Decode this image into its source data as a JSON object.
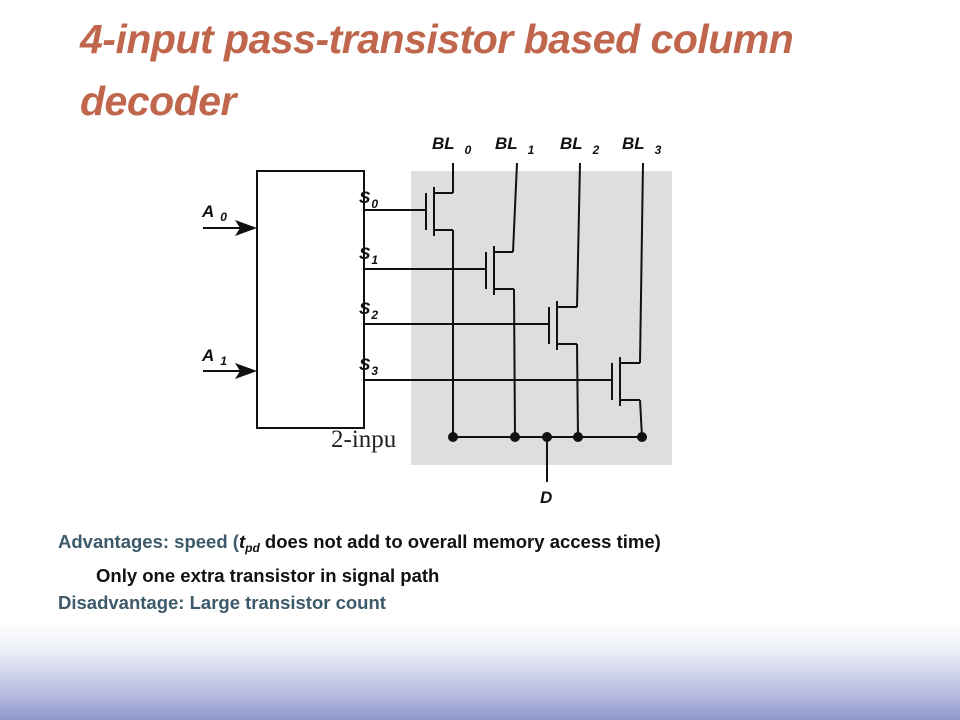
{
  "slide": {
    "title": "4-input pass-transistor based column decoder"
  },
  "diagram": {
    "bitlines": [
      {
        "name": "BL",
        "index": "0"
      },
      {
        "name": "BL",
        "index": "1"
      },
      {
        "name": "BL",
        "index": "2"
      },
      {
        "name": "BL",
        "index": "3"
      }
    ],
    "selects": [
      {
        "name": "S",
        "index": "0"
      },
      {
        "name": "S",
        "index": "1"
      },
      {
        "name": "S",
        "index": "2"
      },
      {
        "name": "S",
        "index": "3"
      }
    ],
    "address_inputs": [
      {
        "name": "A",
        "index": "0"
      },
      {
        "name": "A",
        "index": "1"
      }
    ],
    "decoder_label": "2-inpu",
    "output_label": "D"
  },
  "notes": {
    "advantages_label": "Advantages:",
    "advantages_pre": "speed (",
    "tpd_t": "t",
    "tpd_sub": "pd",
    "advantages_post": " does not add to overall memory access time)",
    "extra_line": "Only one extra transistor in signal path",
    "disadvantage_label": "Disadvantage:",
    "disadvantage_text": "Large transistor count"
  },
  "colors": {
    "title": "#c0664d",
    "note_blue": "#3d5a6b",
    "shade": "#dedede"
  }
}
